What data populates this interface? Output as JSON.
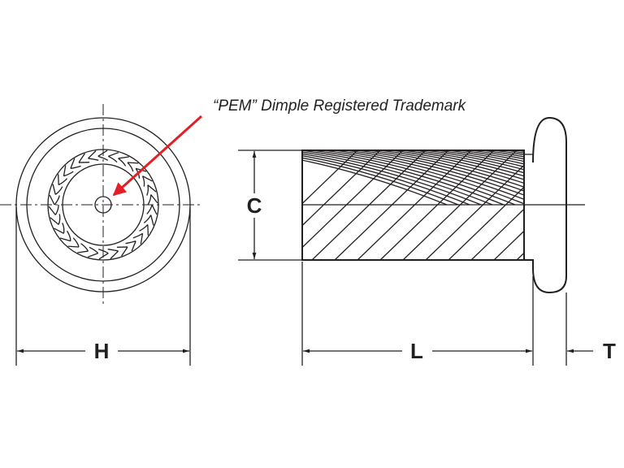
{
  "annotation": {
    "text": "“PEM” Dimple Registered Trademark",
    "arrow_color": "#e31e24"
  },
  "dimensions": {
    "h": "H",
    "c": "C",
    "l": "L",
    "t": "T"
  },
  "colors": {
    "line": "#231f20",
    "background": "#ffffff"
  }
}
